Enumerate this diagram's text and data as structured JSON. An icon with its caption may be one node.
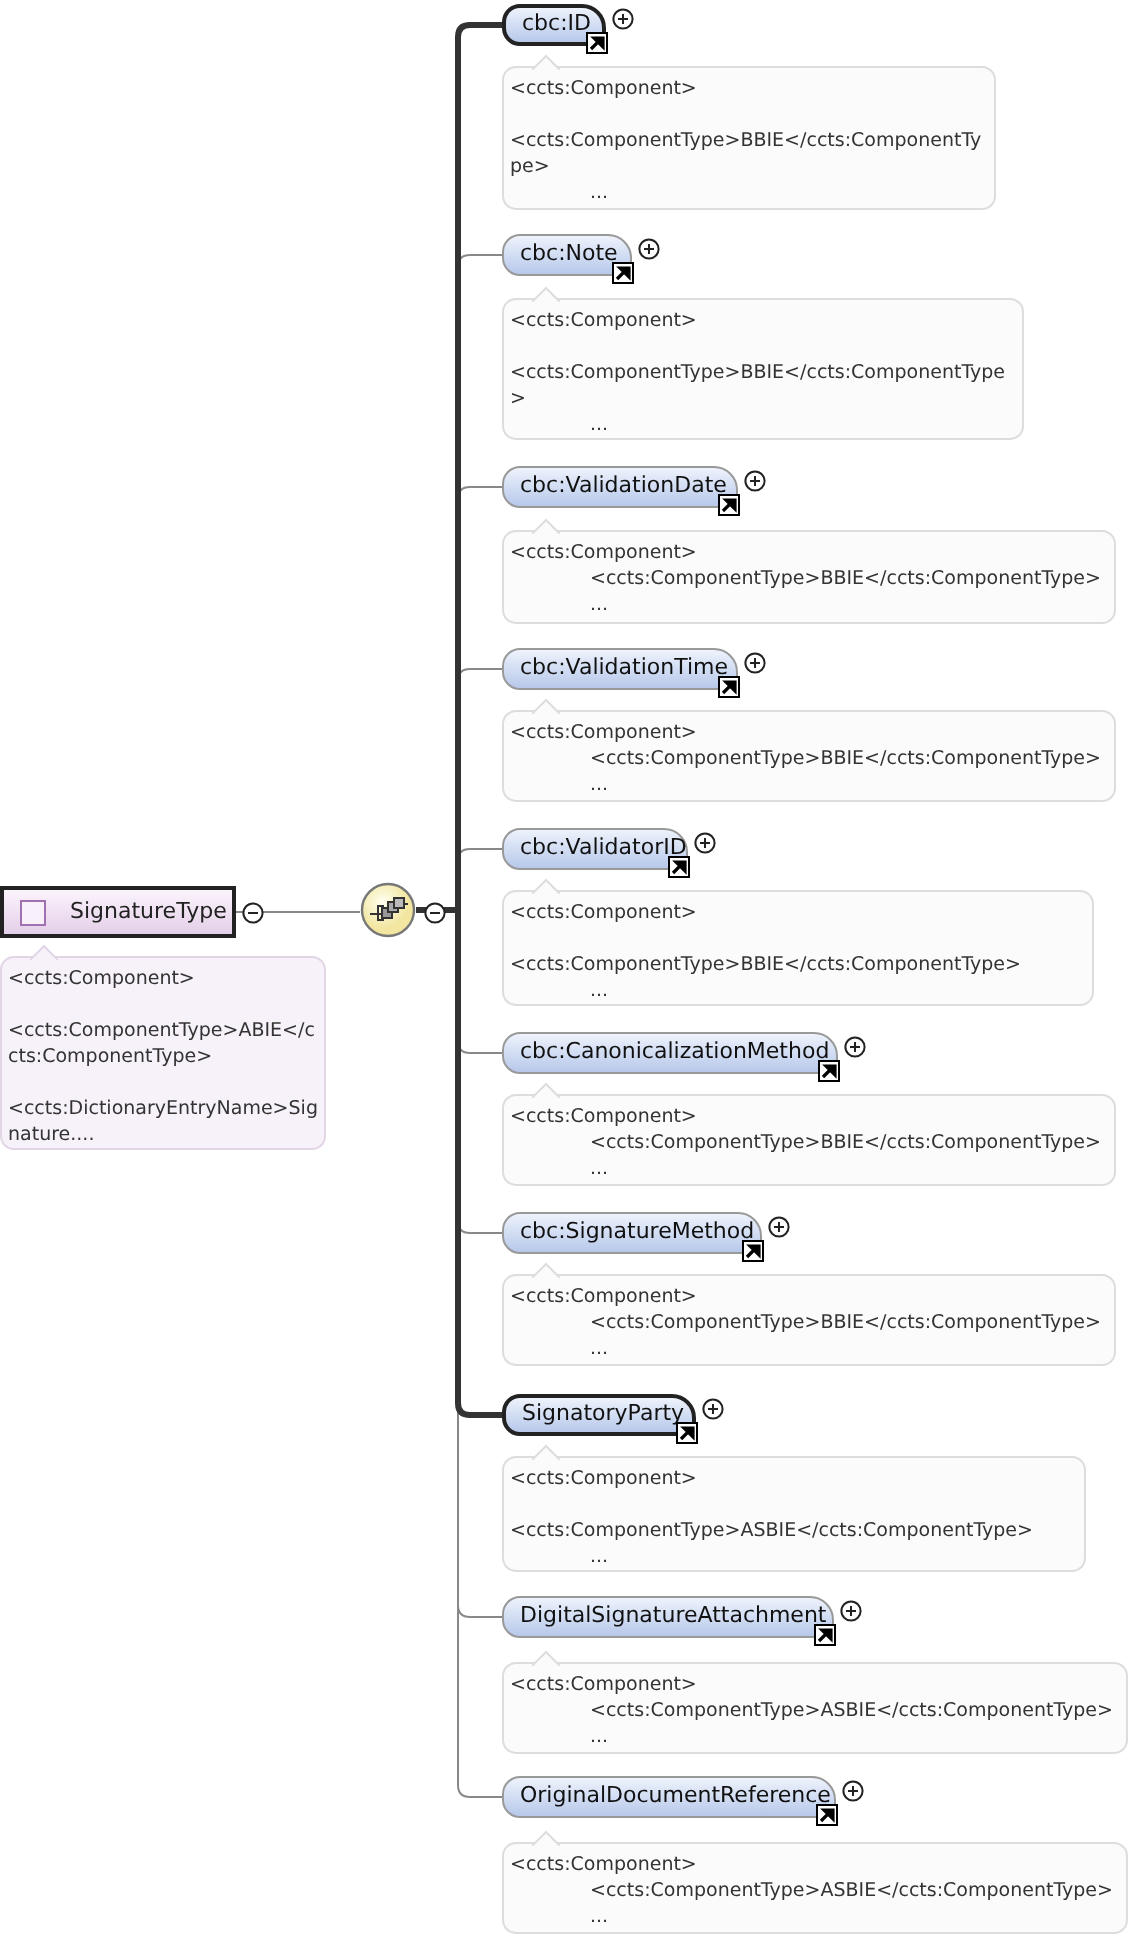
{
  "diagram": {
    "nodes": [
      {
        "text": [
          "SignatureType"
        ]
      },
      {
        "text": [
          "<ccts:Component>",
          "<ccts:ComponentType>ABIE</ccts:ComponentType>",
          "<ccts:DictionaryEntryName>Signature...."
        ]
      },
      {
        "text": [],
        "shape": "circle"
      },
      {
        "text": [
          "cbc:ID"
        ]
      },
      {
        "text": [
          "<ccts:Component>",
          "<ccts:ComponentType>BBIE</ccts:ComponentType>",
          "..."
        ]
      },
      {
        "text": [
          "cbc:Note"
        ]
      },
      {
        "text": [
          "<ccts:Component>",
          "<ccts:ComponentType>BBIE</ccts:ComponentType>",
          "..."
        ]
      },
      {
        "text": [
          "cbc:ValidationDate"
        ]
      },
      {
        "text": [
          "<ccts:Component>",
          "<ccts:ComponentType>BBIE</ccts:ComponentType>",
          "..."
        ]
      },
      {
        "text": [
          "cbc:ValidationTime"
        ]
      },
      {
        "text": [
          "<ccts:Component>",
          "<ccts:ComponentType>BBIE</ccts:ComponentType>",
          "..."
        ]
      },
      {
        "text": [
          "cbc:ValidatorID"
        ]
      },
      {
        "text": [
          "<ccts:Component>",
          "<ccts:ComponentType>BBIE</ccts:ComponentType>",
          "..."
        ]
      },
      {
        "text": [
          "cbc:CanonicalizationMethod"
        ]
      },
      {
        "text": [
          "<ccts:Component>",
          "<ccts:ComponentType>BBIE</ccts:ComponentType>",
          "..."
        ]
      },
      {
        "text": [
          "cbc:SignatureMethod"
        ]
      },
      {
        "text": [
          "<ccts:Component>",
          "<ccts:ComponentType>BBIE</ccts:ComponentType>",
          "..."
        ]
      },
      {
        "text": [
          "SignatoryParty"
        ]
      },
      {
        "text": [
          "<ccts:Component>",
          "<ccts:ComponentType>ASBIE</ccts:ComponentType>",
          "..."
        ]
      },
      {
        "text": [
          "DigitalSignatureAttachment"
        ]
      },
      {
        "text": [
          "<ccts:Component>",
          "<ccts:ComponentType>ASBIE</ccts:ComponentType>",
          "..."
        ]
      },
      {
        "text": [
          "OriginalDocumentReference"
        ]
      },
      {
        "text": [
          "<ccts:Component>",
          "<ccts:ComponentType>ASBIE</ccts:ComponentType>",
          "..."
        ]
      }
    ],
    "edges": [
      {
        "from": 0,
        "to": 2,
        "arrow": "none"
      },
      {
        "from": 2,
        "to": 3,
        "arrow": "none",
        "style": "thick"
      },
      {
        "from": 2,
        "to": 5,
        "arrow": "none"
      },
      {
        "from": 2,
        "to": 7,
        "arrow": "none"
      },
      {
        "from": 2,
        "to": 9,
        "arrow": "none"
      },
      {
        "from": 2,
        "to": 11,
        "arrow": "none"
      },
      {
        "from": 2,
        "to": 13,
        "arrow": "none"
      },
      {
        "from": 2,
        "to": 15,
        "arrow": "none"
      },
      {
        "from": 2,
        "to": 17,
        "arrow": "none",
        "style": "thick"
      },
      {
        "from": 2,
        "to": 19,
        "arrow": "none"
      },
      {
        "from": 2,
        "to": 21,
        "arrow": "none"
      }
    ]
  }
}
